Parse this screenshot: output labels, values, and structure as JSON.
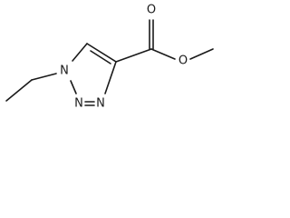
{
  "molecule": {
    "atoms": {
      "n1": "N",
      "n2": "N",
      "n3": "N",
      "o_carbonyl": "O",
      "o_ester": "O"
    }
  }
}
